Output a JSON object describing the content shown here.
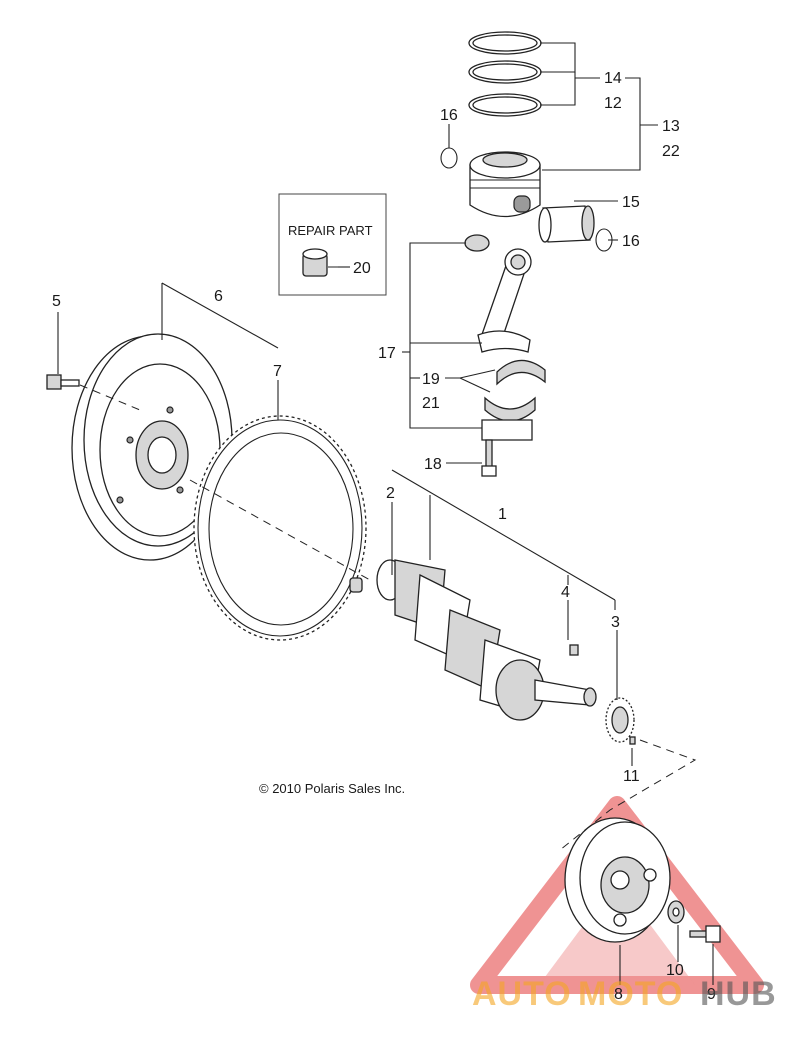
{
  "copyright": "© 2010 Polaris Sales Inc.",
  "repair_box": {
    "title": "REPAIR PART",
    "part_number": "20"
  },
  "callouts": {
    "c1": "1",
    "c2": "2",
    "c3": "3",
    "c4": "4",
    "c5": "5",
    "c6": "6",
    "c7": "7",
    "c8": "8",
    "c9": "9",
    "c10": "10",
    "c11": "11",
    "c12": "12",
    "c13": "13",
    "c14": "14",
    "c15": "15",
    "c16a": "16",
    "c16b": "16",
    "c17": "17",
    "c18": "18",
    "c19": "19",
    "c21": "21",
    "c22": "22"
  },
  "watermark": {
    "part1": "AUTO",
    "part2": "MOTO",
    "part3": "HUB",
    "color1": "#f5a623",
    "color2": "#555555",
    "triangle": "#e23b3b"
  }
}
